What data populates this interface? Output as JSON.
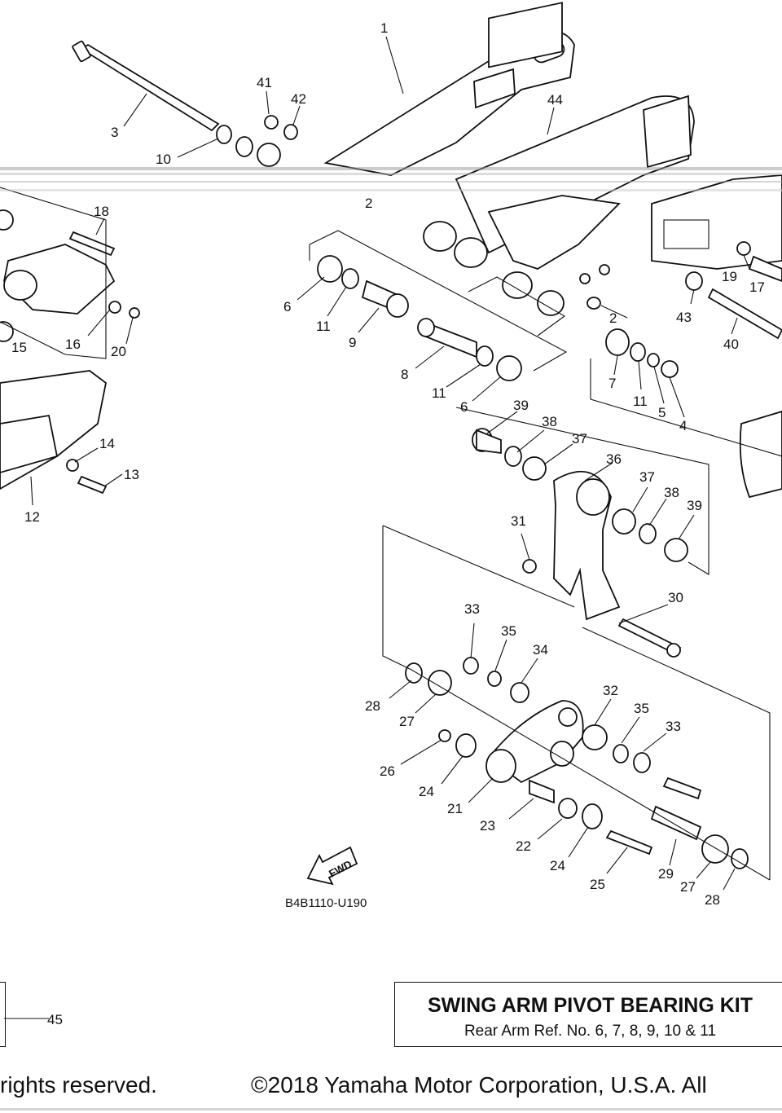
{
  "diagram": {
    "figure_code": "B4B1110-U190",
    "direction_label": "FWD",
    "callouts": [
      "1",
      "2",
      "3",
      "4",
      "5",
      "6",
      "7",
      "8",
      "9",
      "10",
      "11",
      "12",
      "13",
      "14",
      "15",
      "16",
      "17",
      "18",
      "19",
      "20",
      "21",
      "22",
      "23",
      "24",
      "25",
      "26",
      "27",
      "28",
      "29",
      "30",
      "31",
      "32",
      "33",
      "34",
      "35",
      "36",
      "37",
      "38",
      "39",
      "40",
      "41",
      "42",
      "43",
      "44",
      "45"
    ]
  },
  "kit": {
    "title": "SWING ARM PIVOT BEARING KIT",
    "subtitle": "Rear Arm Ref. No. 6, 7, 8, 9, 10 & 11"
  },
  "footer": {
    "left_text": "rights reserved.",
    "right_text": "©2018 Yamaha Motor Corporation, U.S.A. All"
  }
}
